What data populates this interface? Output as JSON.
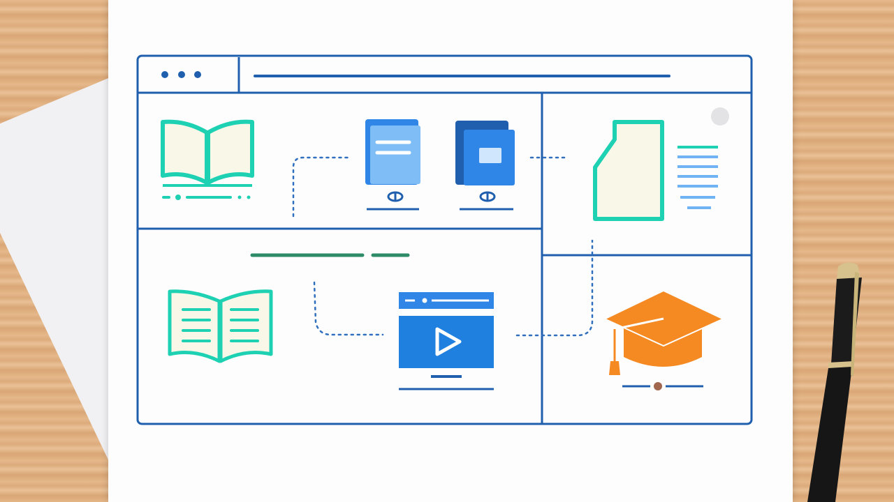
{
  "scene": {
    "background": "wooden-desk",
    "colors": {
      "frame_blue": "#1f5fae",
      "teal": "#1fd1b3",
      "light_blue": "#6fb3f4",
      "mid_blue": "#2f86e6",
      "orange": "#f58a23",
      "green_bar": "#2e8b68"
    }
  },
  "window": {
    "dots": [
      "dot",
      "dot",
      "dot"
    ],
    "panels": [
      {
        "name": "open-book",
        "icon": "open-book-icon"
      },
      {
        "name": "documents",
        "icon": "document-icon"
      },
      {
        "name": "notes",
        "icon": "notes-document-icon"
      },
      {
        "name": "reading",
        "icon": "book-lines-icon"
      },
      {
        "name": "video",
        "icon": "video-player-icon"
      },
      {
        "name": "graduation",
        "icon": "graduation-cap-icon"
      }
    ]
  }
}
